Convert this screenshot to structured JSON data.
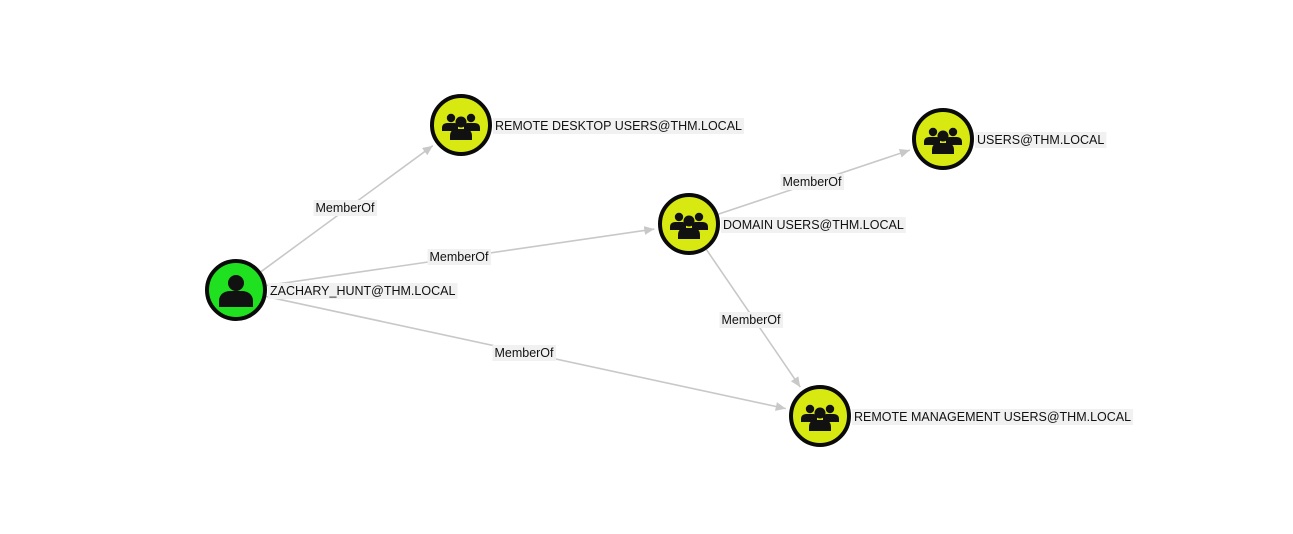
{
  "graph": {
    "nodes": [
      {
        "id": "zachary",
        "label": "ZACHARY_HUNT@THM.LOCAL",
        "kind": "user",
        "color": "#1fe11f",
        "icon": "user-icon"
      },
      {
        "id": "rdp",
        "label": "REMOTE DESKTOP USERS@THM.LOCAL",
        "kind": "group",
        "color": "#d8e811",
        "icon": "group-icon"
      },
      {
        "id": "domain_users",
        "label": "DOMAIN USERS@THM.LOCAL",
        "kind": "group",
        "color": "#d8e811",
        "icon": "group-icon"
      },
      {
        "id": "users",
        "label": "USERS@THM.LOCAL",
        "kind": "group",
        "color": "#d8e811",
        "icon": "group-icon"
      },
      {
        "id": "rmu",
        "label": "REMOTE MANAGEMENT USERS@THM.LOCAL",
        "kind": "group",
        "color": "#d8e811",
        "icon": "group-icon"
      }
    ],
    "edges": [
      {
        "from": "zachary",
        "to": "rdp",
        "label": "MemberOf"
      },
      {
        "from": "zachary",
        "to": "domain_users",
        "label": "MemberOf"
      },
      {
        "from": "zachary",
        "to": "rmu",
        "label": "MemberOf"
      },
      {
        "from": "domain_users",
        "to": "users",
        "label": "MemberOf"
      },
      {
        "from": "domain_users",
        "to": "rmu",
        "label": "MemberOf"
      }
    ]
  }
}
